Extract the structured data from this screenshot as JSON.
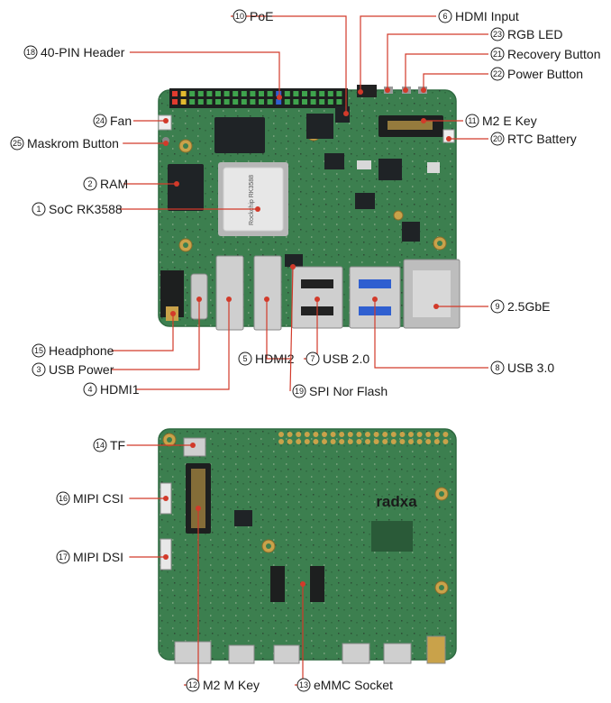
{
  "board_branding": {
    "logo_text": "radxa",
    "soc_chip_text": "Rockchip RK3588"
  },
  "labels": [
    {
      "id": "poe",
      "num": "10",
      "text": "PoE"
    },
    {
      "id": "hdmi-input",
      "num": "6",
      "text": "HDMI Input"
    },
    {
      "id": "rgb-led",
      "num": "23",
      "text": "RGB LED"
    },
    {
      "id": "recovery-button",
      "num": "21",
      "text": "Recovery Button"
    },
    {
      "id": "power-button",
      "num": "22",
      "text": "Power Button"
    },
    {
      "id": "40pin-header",
      "num": "18",
      "text": "40-PIN Header"
    },
    {
      "id": "fan",
      "num": "24",
      "text": "Fan"
    },
    {
      "id": "maskrom-button",
      "num": "25",
      "text": "Maskrom Button"
    },
    {
      "id": "m2-e-key",
      "num": "11",
      "text": "M2 E Key"
    },
    {
      "id": "rtc-battery",
      "num": "20",
      "text": "RTC Battery"
    },
    {
      "id": "ram",
      "num": "2",
      "text": "RAM"
    },
    {
      "id": "soc",
      "num": "1",
      "text": "SoC RK3588"
    },
    {
      "id": "2-5gbe",
      "num": "9",
      "text": "2.5GbE"
    },
    {
      "id": "headphone",
      "num": "15",
      "text": "Headphone"
    },
    {
      "id": "usb-power",
      "num": "3",
      "text": "USB Power"
    },
    {
      "id": "hdmi2",
      "num": "5",
      "text": "HDMI2"
    },
    {
      "id": "usb-2-0",
      "num": "7",
      "text": "USB 2.0"
    },
    {
      "id": "usb-3-0",
      "num": "8",
      "text": "USB 3.0"
    },
    {
      "id": "hdmi1",
      "num": "4",
      "text": "HDMI1"
    },
    {
      "id": "spi-nor-flash",
      "num": "19",
      "text": "SPI Nor Flash"
    },
    {
      "id": "tf",
      "num": "14",
      "text": "TF"
    },
    {
      "id": "mipi-csi",
      "num": "16",
      "text": "MIPI CSI"
    },
    {
      "id": "mipi-dsi",
      "num": "17",
      "text": "MIPI DSI"
    },
    {
      "id": "m2-m-key",
      "num": "12",
      "text": "M2 M Key"
    },
    {
      "id": "emmc-socket",
      "num": "13",
      "text": "eMMC Socket"
    }
  ],
  "colors": {
    "pcb": "#3c7f4f",
    "pcb_edge": "#2f6a41",
    "leader": "#d23a2a",
    "gold": "#c9a24a",
    "chip": "#1f2326",
    "metal": "#c9c9c9",
    "usb3_blue": "#2f5fd0"
  }
}
